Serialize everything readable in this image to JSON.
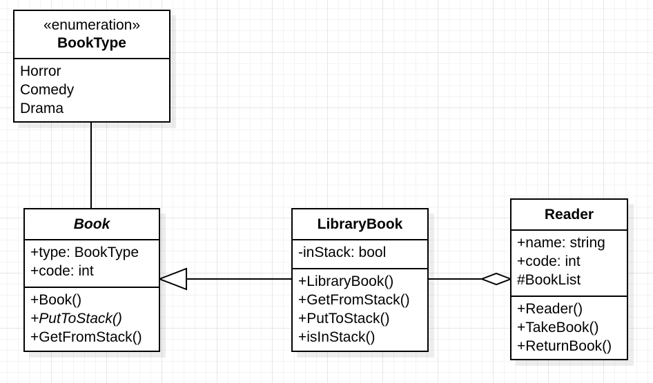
{
  "diagram": {
    "classes": {
      "booktype": {
        "stereotype": "«enumeration»",
        "name": "BookType",
        "literals": [
          "Horror",
          "Comedy",
          "Drama"
        ]
      },
      "book": {
        "name": "Book",
        "attributes": [
          "+type: BookType",
          "+code: int"
        ],
        "operations": [
          "+Book()",
          "+PutToStack()",
          "+GetFromStack()"
        ]
      },
      "librarybook": {
        "name": "LibraryBook",
        "attributes": [
          "-inStack: bool"
        ],
        "operations": [
          "+LibraryBook()",
          "+GetFromStack()",
          "+PutToStack()",
          "+isInStack()"
        ]
      },
      "reader": {
        "name": "Reader",
        "attributes": [
          "+name: string",
          "+code: int",
          "#BookList"
        ],
        "operations": [
          "+Reader()",
          "+TakeBook()",
          "+ReturnBook()"
        ]
      }
    },
    "relations": [
      {
        "type": "association",
        "from": "BookType",
        "to": "Book"
      },
      {
        "type": "generalization",
        "from": "LibraryBook",
        "to": "Book"
      },
      {
        "type": "aggregation",
        "from": "LibraryBook",
        "to": "Reader"
      }
    ]
  }
}
